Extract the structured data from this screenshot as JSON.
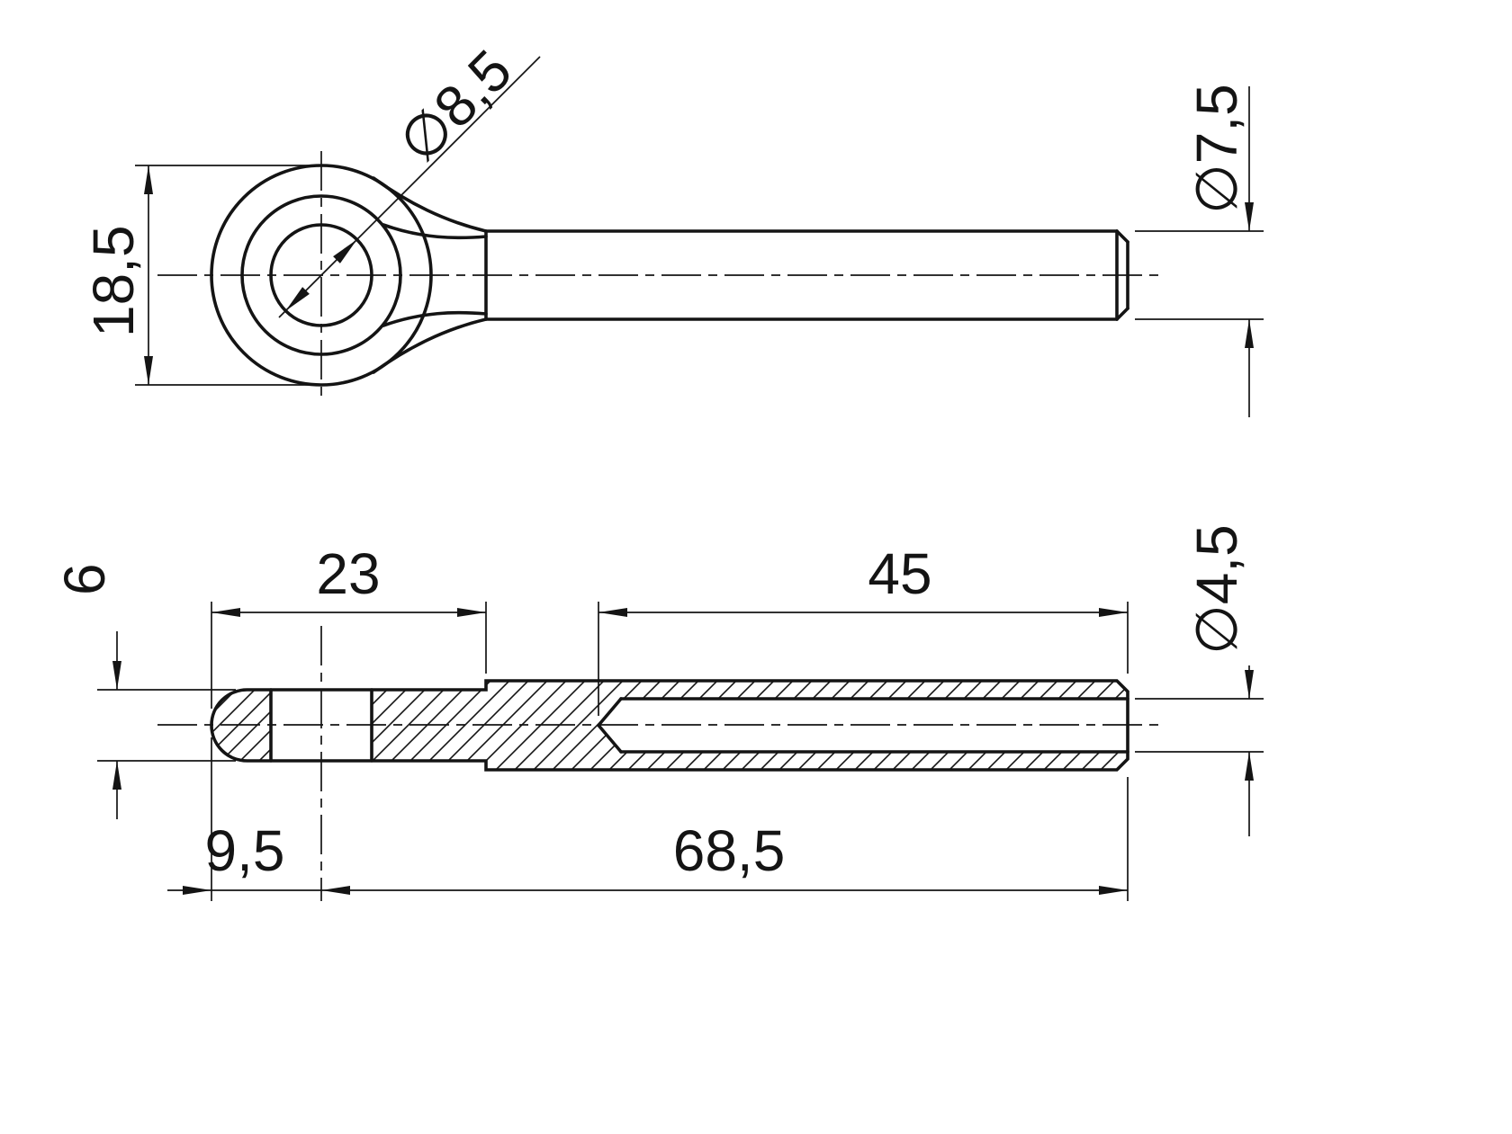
{
  "colors": {
    "ink": "#141414",
    "background": "#ffffff"
  },
  "drawing": {
    "front_view": {
      "hole_diameter": "∅8,5",
      "eye_width": "18,5",
      "shank_diameter": "∅7,5"
    },
    "section_view": {
      "thickness": "6",
      "eye_length": "23",
      "bore_length": "45",
      "bore_diameter": "∅4,5",
      "eye_center_offset": "9,5",
      "shank_length": "68,5"
    }
  }
}
